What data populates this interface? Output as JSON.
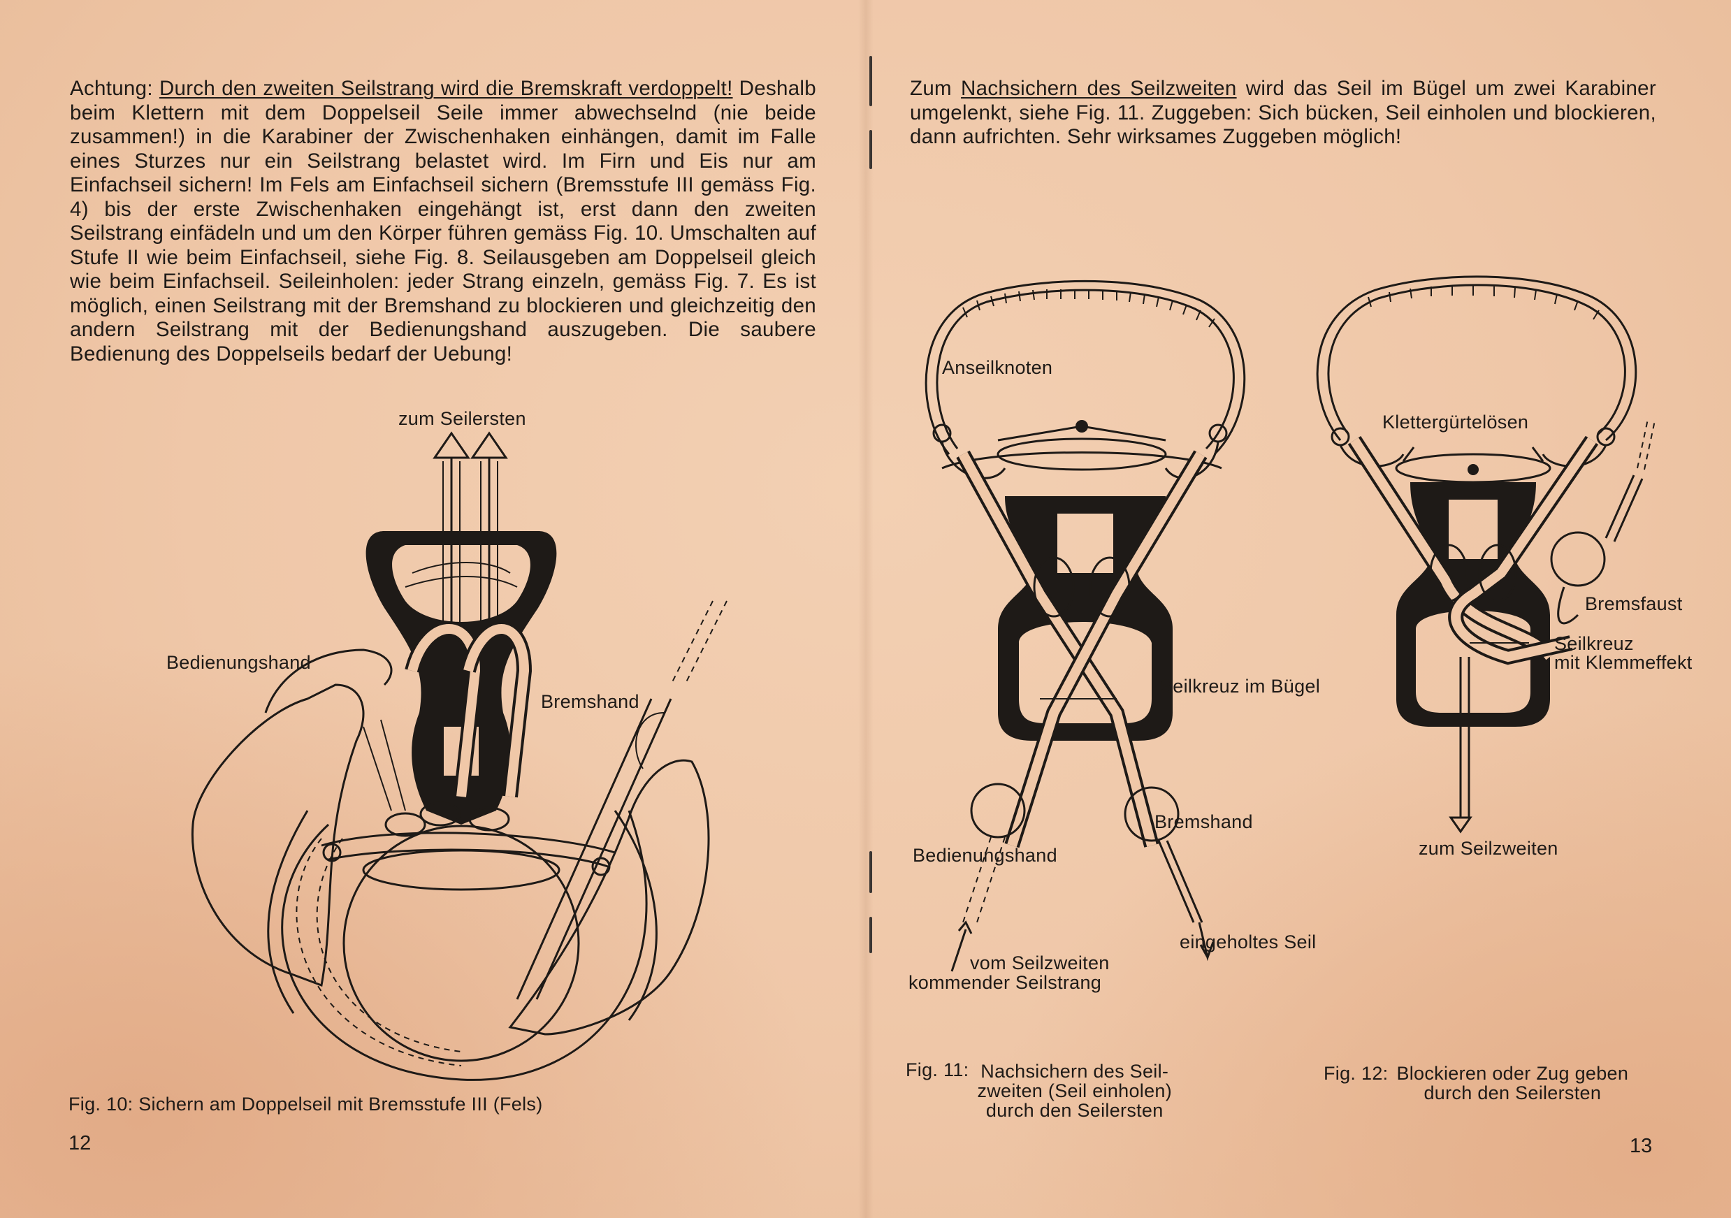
{
  "left_page": {
    "paragraph": {
      "prefix": "Achtung: ",
      "underlined": "Durch den zweiten Seilstrang wird die Bremskraft verdoppelt!",
      "rest": " Deshalb beim Klettern mit dem Doppelseil Seile immer abwechselnd (nie beide zusammen!) in die Karabiner der Zwischenhaken einhängen, damit im Falle eines Sturzes nur ein Seilstrang belastet wird. Im Firn und Eis nur am Einfachseil sichern! Im Fels am Einfachseil sichern (Bremsstufe III gemäss Fig. 4) bis der erste Zwischenhaken eingehängt ist, erst dann den zweiten Seilstrang einfädeln und um den Körper führen gemäss Fig. 10. Umschalten auf Stufe II wie beim Einfachseil, siehe Fig. 8. Seilausgeben am Doppelseil gleich wie beim Einfachseil. Seileinholen: jeder Strang einzeln, gemäss Fig. 7. Es ist möglich, einen Seilstrang mit der Bremshand zu blockieren und gleichzeitig den andern Seilstrang mit der Bedienungshand auszugeben. Die saubere Bedienung des Doppelseils bedarf der Uebung!"
    },
    "fig10": {
      "label_top": "zum Seilersten",
      "label_left": "Bedienungshand",
      "label_right": "Bremshand",
      "caption": "Fig. 10: Sichern am Doppelseil mit Bremsstufe III (Fels)"
    },
    "page_number": "12"
  },
  "right_page": {
    "paragraph": {
      "prefix": "Zum ",
      "underlined": "Nachsichern des Seilzweiten",
      "rest": " wird das Seil im Bügel um zwei Karabiner umgelenkt, siehe Fig. 11. Zuggeben: Sich bücken, Seil einholen und blockieren, dann aufrichten. Sehr wirksames Zuggeben möglich!"
    },
    "fig11": {
      "label_knot": "Anseilknoten",
      "label_cross": "Seilkreuz im Bügel",
      "label_brake": "Bremshand",
      "label_operate": "Bedienungshand",
      "label_pulled": "eingeholtes Seil",
      "label_incoming_1": "vom Seilzweiten",
      "label_incoming_2": "kommender Seilstrang",
      "caption_num": "Fig. 11:",
      "caption_l1": "Nachsichern des Seil-",
      "caption_l2": "zweiten (Seil einholen)",
      "caption_l3": "durch den Seilersten"
    },
    "fig12": {
      "label_loops": "Klettergürtelösen",
      "label_fist": "Bremsfaust",
      "label_cross_1": "Seilkreuz",
      "label_cross_2": "mit Klemmeffekt",
      "label_bottom": "zum Seilzweiten",
      "caption_num": "Fig. 12:",
      "caption_l1": "Blockieren oder Zug geben",
      "caption_l2": "durch den Seilersten"
    },
    "page_number": "13"
  },
  "colors": {
    "paper": "#efc7a8",
    "ink": "#1e1a17"
  }
}
